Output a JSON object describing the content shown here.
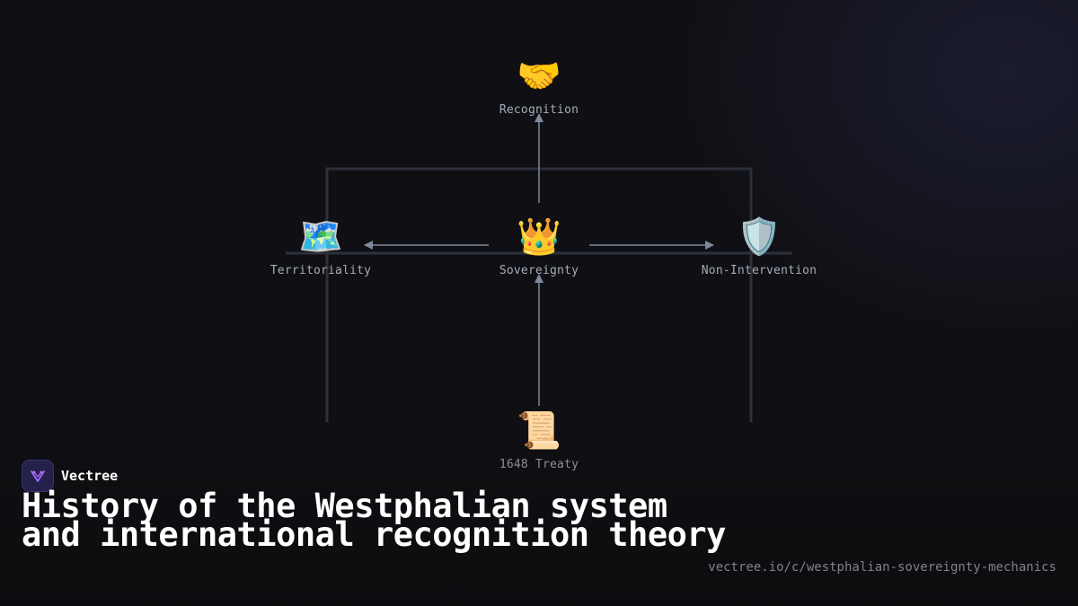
{
  "diagram": {
    "nodes": {
      "recognition": {
        "icon": "🤝",
        "icon_name": "handshake-icon",
        "label": "Recognition"
      },
      "territoriality": {
        "icon": "🗺️",
        "icon_name": "world-map-icon",
        "label": "Territoriality"
      },
      "sovereignty": {
        "icon": "👑",
        "icon_name": "crown-icon",
        "label": "Sovereignty"
      },
      "non_intervention": {
        "icon": "🛡️",
        "icon_name": "shield-icon",
        "label": "Non-Intervention"
      },
      "treaty": {
        "icon": "📜",
        "icon_name": "scroll-icon",
        "label": "1648 Treaty"
      }
    },
    "edges": [
      {
        "from": "1648 Treaty",
        "to": "Sovereignty"
      },
      {
        "from": "Sovereignty",
        "to": "Recognition"
      },
      {
        "from": "Sovereignty",
        "to": "Territoriality"
      },
      {
        "from": "Sovereignty",
        "to": "Non-Intervention"
      }
    ],
    "colors": {
      "arrow": "#7f8a9c",
      "frame": "#2b303a",
      "label": "#a3abb8"
    }
  },
  "brand": {
    "name": "Vectree",
    "logo_icon": "vectree-logo-icon",
    "logo_color": "#9b6bff"
  },
  "title": "History of the Westphalian system and international recognition theory",
  "url": "vectree.io/c/westphalian-sovereignty-mechanics"
}
